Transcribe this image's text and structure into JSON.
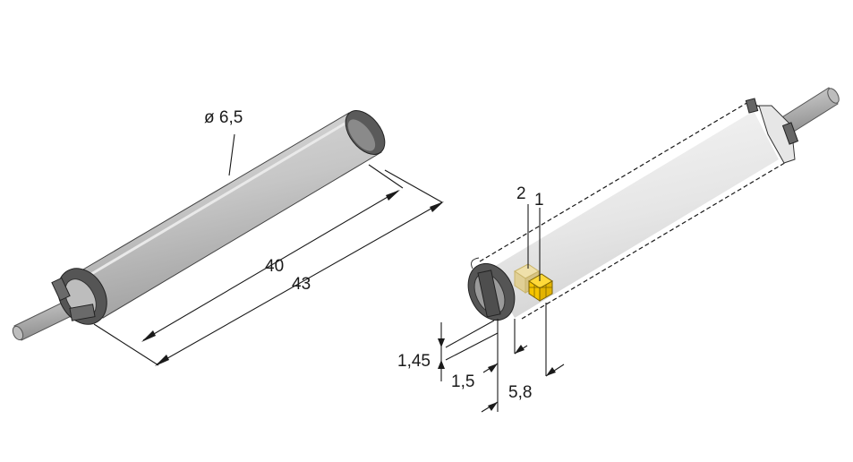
{
  "left_view": {
    "diameter_label": "ø 6,5",
    "inner_length_label": "40",
    "outer_length_label": "43"
  },
  "right_view": {
    "callout_2": "2",
    "callout_1": "1",
    "offset_height_label": "1,45",
    "front_offset_label": "1,5",
    "led_distance_label": "5,8"
  },
  "colors": {
    "tube_fill": "#c6c6c6",
    "tube_shadow": "#a9a9a9",
    "cap_fill": "#555555",
    "cable_fill": "#b0b0b0",
    "transparent_tube": "#ececec",
    "led_yellow": "#f5c400",
    "led_ghost": "#e0cf95"
  }
}
